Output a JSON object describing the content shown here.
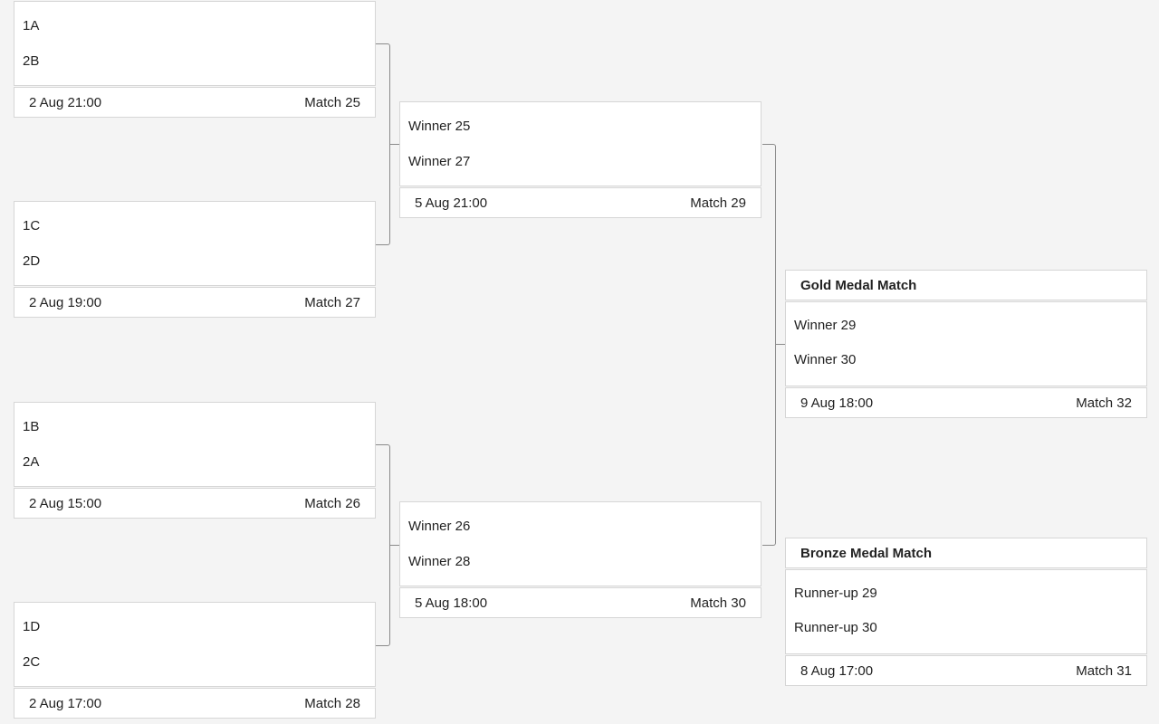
{
  "quarterfinals": [
    {
      "team1": "1A",
      "team2": "2B",
      "date": "2 Aug 21:00",
      "match": "Match 25"
    },
    {
      "team1": "1C",
      "team2": "2D",
      "date": "2 Aug 19:00",
      "match": "Match 27"
    },
    {
      "team1": "1B",
      "team2": "2A",
      "date": "2 Aug 15:00",
      "match": "Match 26"
    },
    {
      "team1": "1D",
      "team2": "2C",
      "date": "2 Aug 17:00",
      "match": "Match 28"
    }
  ],
  "semifinals": [
    {
      "team1": "Winner 25",
      "team2": "Winner 27",
      "date": "5 Aug 21:00",
      "match": "Match 29"
    },
    {
      "team1": "Winner 26",
      "team2": "Winner 28",
      "date": "5 Aug 18:00",
      "match": "Match 30"
    }
  ],
  "gold": {
    "title": "Gold Medal Match",
    "team1": "Winner 29",
    "team2": "Winner 30",
    "date": "9 Aug 18:00",
    "match": "Match 32"
  },
  "bronze": {
    "title": "Bronze Medal Match",
    "team1": "Runner-up 29",
    "team2": "Runner-up 30",
    "date": "8 Aug 17:00",
    "match": "Match 31"
  }
}
